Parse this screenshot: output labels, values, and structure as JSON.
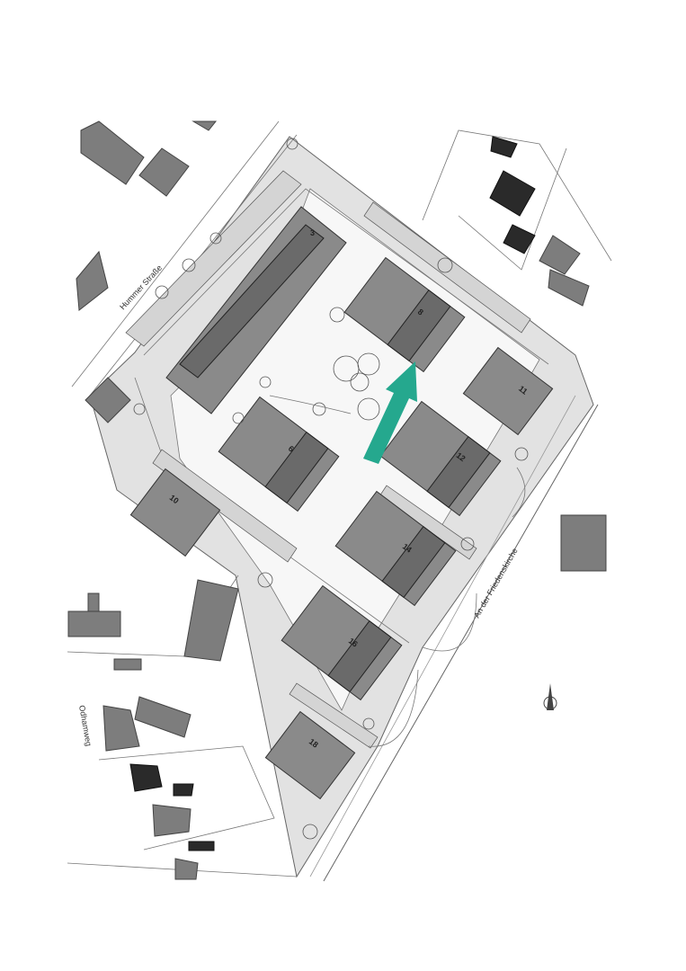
{
  "map": {
    "streets": {
      "hummer": "Hummer Straße",
      "friedenskirche": "An der Friedenskirche",
      "odhamweg": "Odhamweg"
    },
    "buildings": [
      "3",
      "6",
      "8",
      "10",
      "11",
      "12",
      "14",
      "16",
      "18"
    ],
    "colors": {
      "arrow": "#25a88e",
      "site_fill": "#e2e2e2",
      "building": "#8a8a8a"
    },
    "icons": [
      "north-arrow-icon",
      "direction-arrow-icon"
    ]
  }
}
